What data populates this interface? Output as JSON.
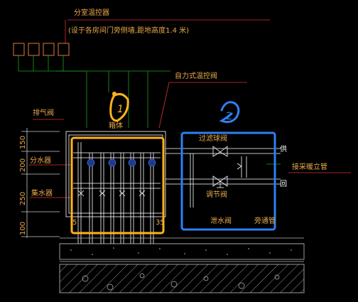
{
  "colors": {
    "label": "#e8a94a",
    "leader": "#d33",
    "orange_box": "#ffb21c",
    "blue_box": "#2f7ff2",
    "green": "#1aa31a",
    "white": "#ffffff",
    "dim": "#c9c9c9"
  },
  "labels": {
    "room_thermostat": "分室温控器",
    "thermostat_note": "(设于各房间门旁侧墙,距地高度1.4 米)",
    "self_operated_valve": "自力式温控阀",
    "air_vent": "排气阀",
    "box": "箱体",
    "distributor": "分水器",
    "collector": "集水器",
    "filter_ball_valve": "过滤球阀",
    "regulating_valve": "调节阀",
    "drain_valve": "泄水阀",
    "bypass_pipe": "旁通管",
    "supply": "供",
    "return": "回",
    "riser": "接采暖立管"
  },
  "dimensions": [
    "150",
    "200",
    "250",
    "100"
  ],
  "small_marks": {
    "left": "5",
    "right": "35"
  },
  "annotations": {
    "orange_mark": "1",
    "blue_mark": "2"
  }
}
